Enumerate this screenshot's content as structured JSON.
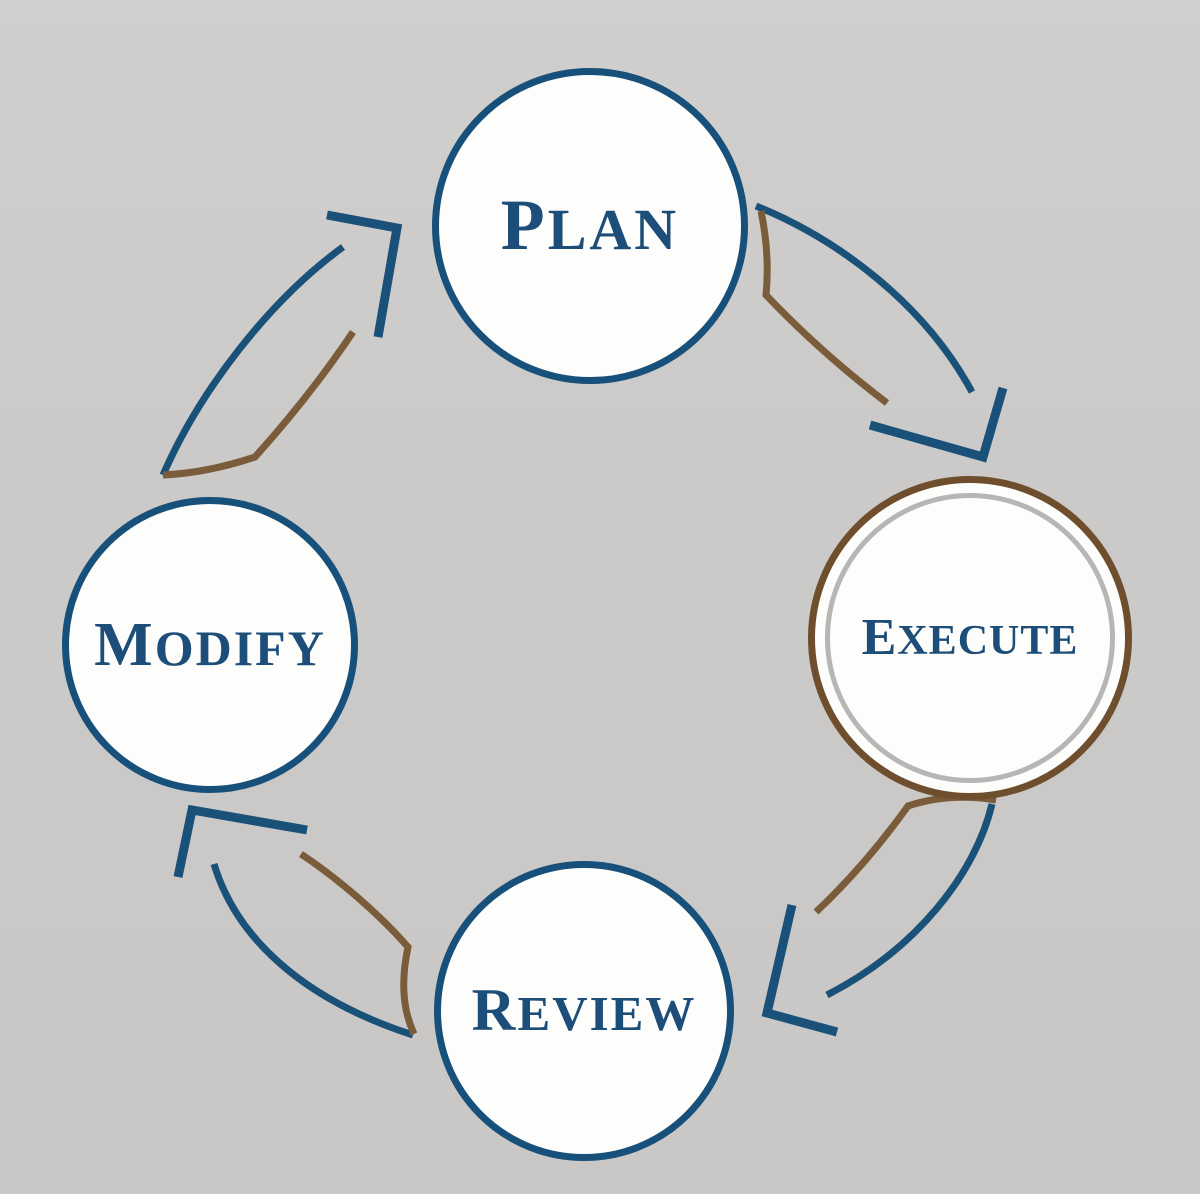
{
  "diagram": {
    "type": "cycle",
    "background_color": "#cbcac8",
    "palette": {
      "arrow_blue": "#1a5179",
      "arrow_brown": "#7a5c3a",
      "node_border_blue": "#17507a",
      "text_blue": "#1d4e79",
      "execute_outer_ring_brown": "#6e4e2d",
      "execute_inner_ring_gray": "#b7b6b4",
      "node_fill": "#fdfdfc"
    },
    "nodes": [
      {
        "id": "plan",
        "label": "Plan"
      },
      {
        "id": "execute",
        "label": "Execute",
        "highlighted": true
      },
      {
        "id": "review",
        "label": "Review"
      },
      {
        "id": "modify",
        "label": "Modify"
      }
    ],
    "arrows": [
      {
        "from": "Plan",
        "to": "Execute"
      },
      {
        "from": "Execute",
        "to": "Review"
      },
      {
        "from": "Review",
        "to": "Modify"
      },
      {
        "from": "Modify",
        "to": "Plan"
      }
    ]
  }
}
